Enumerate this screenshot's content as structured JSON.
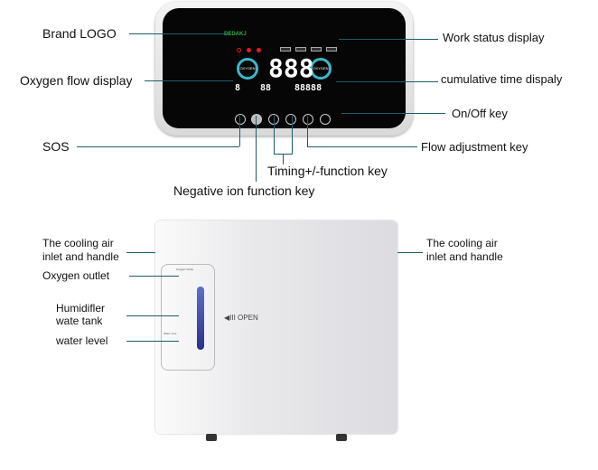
{
  "callouts": {
    "brand_logo": "Brand LOGO",
    "oxygen_flow_display": "Oxygen flow display",
    "sos": "SOS",
    "negative_ion_key": "Negative ion function key",
    "timing_key": "Timing+/-function key",
    "flow_adjustment_key": "Flow adjustment key",
    "work_status_display": "Work status display",
    "cumulative_time_display": "cumulative time dispaly",
    "on_off_key": "On/Off key",
    "cooling_left_1": "The cooling air",
    "cooling_left_2": "inlet and handle",
    "oxygen_outlet": "Oxygen outlet",
    "humidifier_1": "Humidifler",
    "humidifier_2": "wate tank",
    "water_level": "water level",
    "cooling_right_1": "The cooling air",
    "cooling_right_2": "inlet and handle"
  },
  "panel": {
    "logo": "DEDAKJ",
    "flow_digits": "888",
    "ring_label": "OXYGEN",
    "small_digit": "8",
    "mid_digits": "88",
    "time_digits": "88888"
  },
  "device": {
    "open_label": "◀III OPEN",
    "outlet_small": "Oxygen Outlet",
    "water_small": "Water Line"
  },
  "colors": {
    "leader": "#1f5c6b",
    "ring": "#3bb8c9",
    "logo": "#2bb24c"
  }
}
